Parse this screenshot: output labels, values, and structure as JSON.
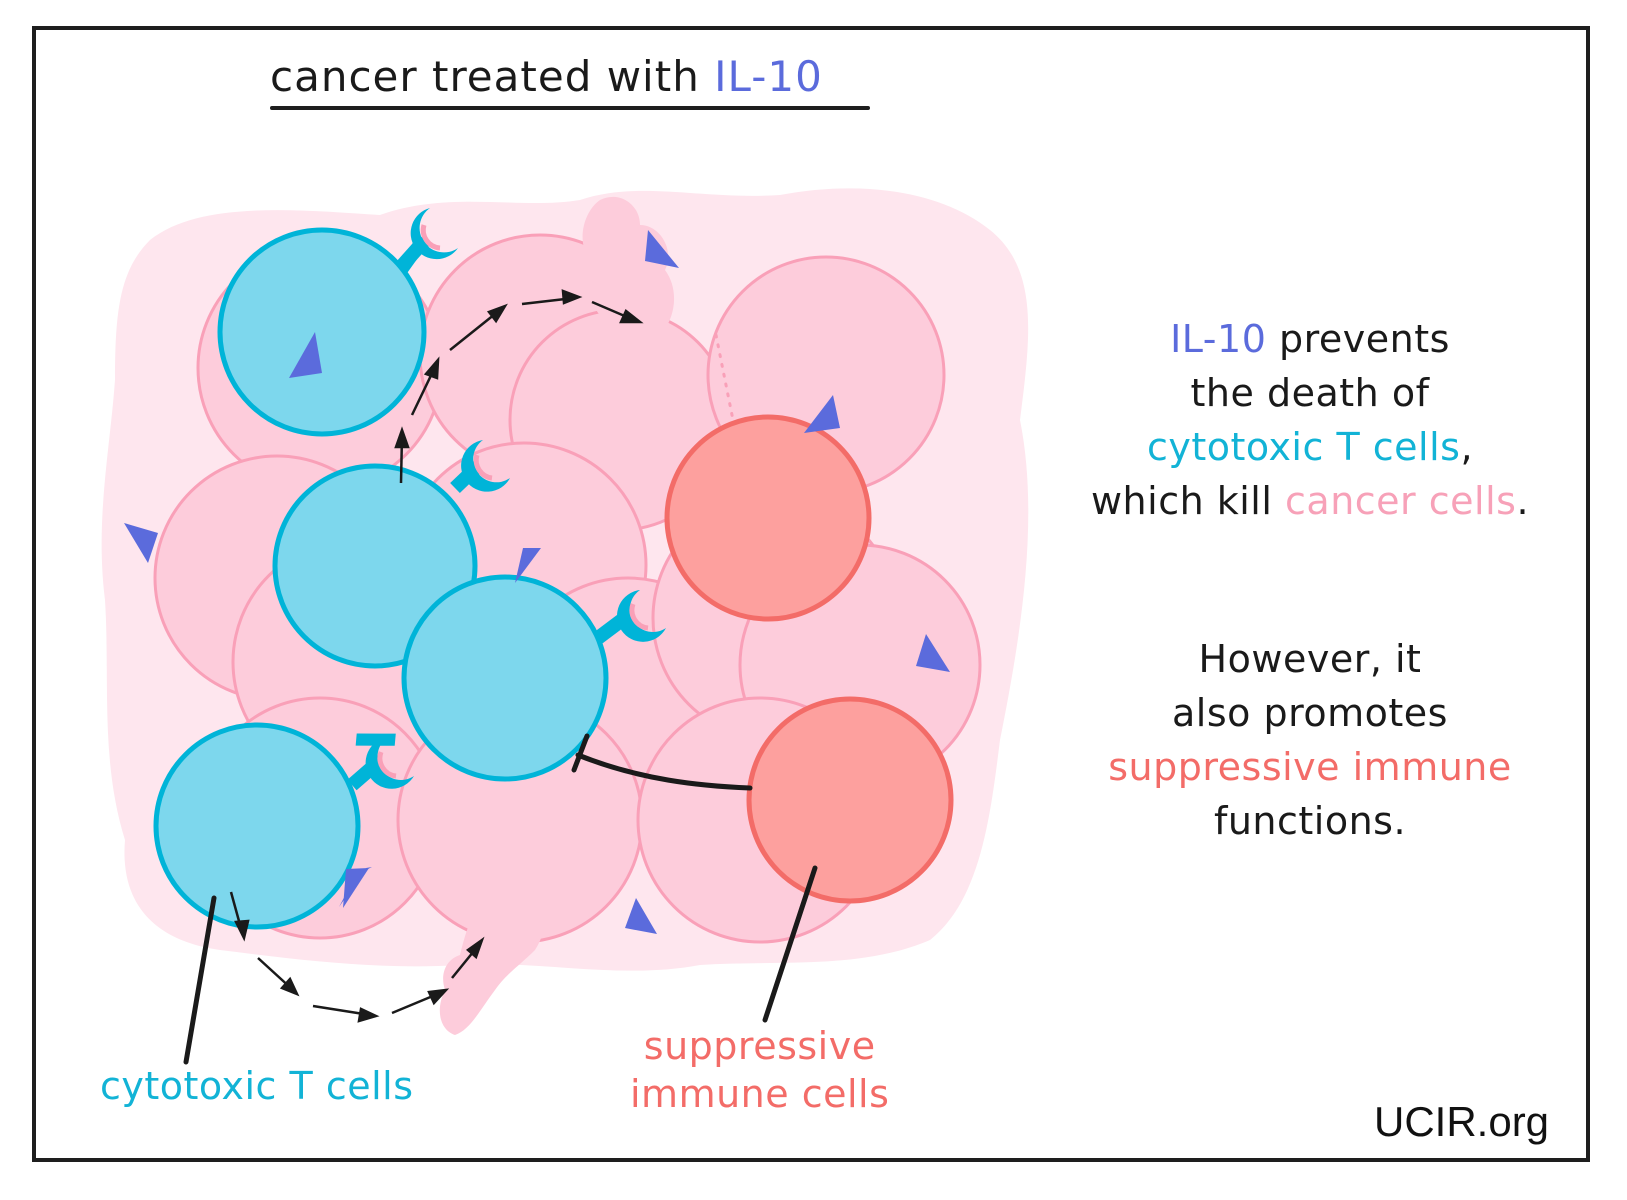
{
  "title": {
    "prefix": "cancer treated with ",
    "highlight": "IL-10"
  },
  "explanation_1": {
    "line1_highlight": "IL-10",
    "line1_rest": " prevents",
    "line2": "the death of",
    "line3_highlight": "cytotoxic T cells",
    "line3_rest": ",",
    "line4_prefix": "which kill ",
    "line4_highlight": "cancer cells",
    "line4_rest": "."
  },
  "explanation_2": {
    "line1": "However, it",
    "line2": "also promotes",
    "line3_highlight": "suppressive immune",
    "line4": "functions."
  },
  "labels": {
    "tcell": "cytotoxic T cells",
    "suppressive_line1": "suppressive",
    "suppressive_line2": "immune cells"
  },
  "brand": "UCIR.org",
  "colors": {
    "il10": "#5b6bdc",
    "tcell_fill": "#7dd7ed",
    "tcell_stroke": "#00b4d8",
    "cancer_fill": "#fdccdb",
    "cancer_stroke": "#f9a0b8",
    "tumor_bg": "#fee6ee",
    "suppressive_fill": "#fda09e",
    "suppressive_stroke": "#f36c68",
    "ink": "#1a1a1a"
  }
}
